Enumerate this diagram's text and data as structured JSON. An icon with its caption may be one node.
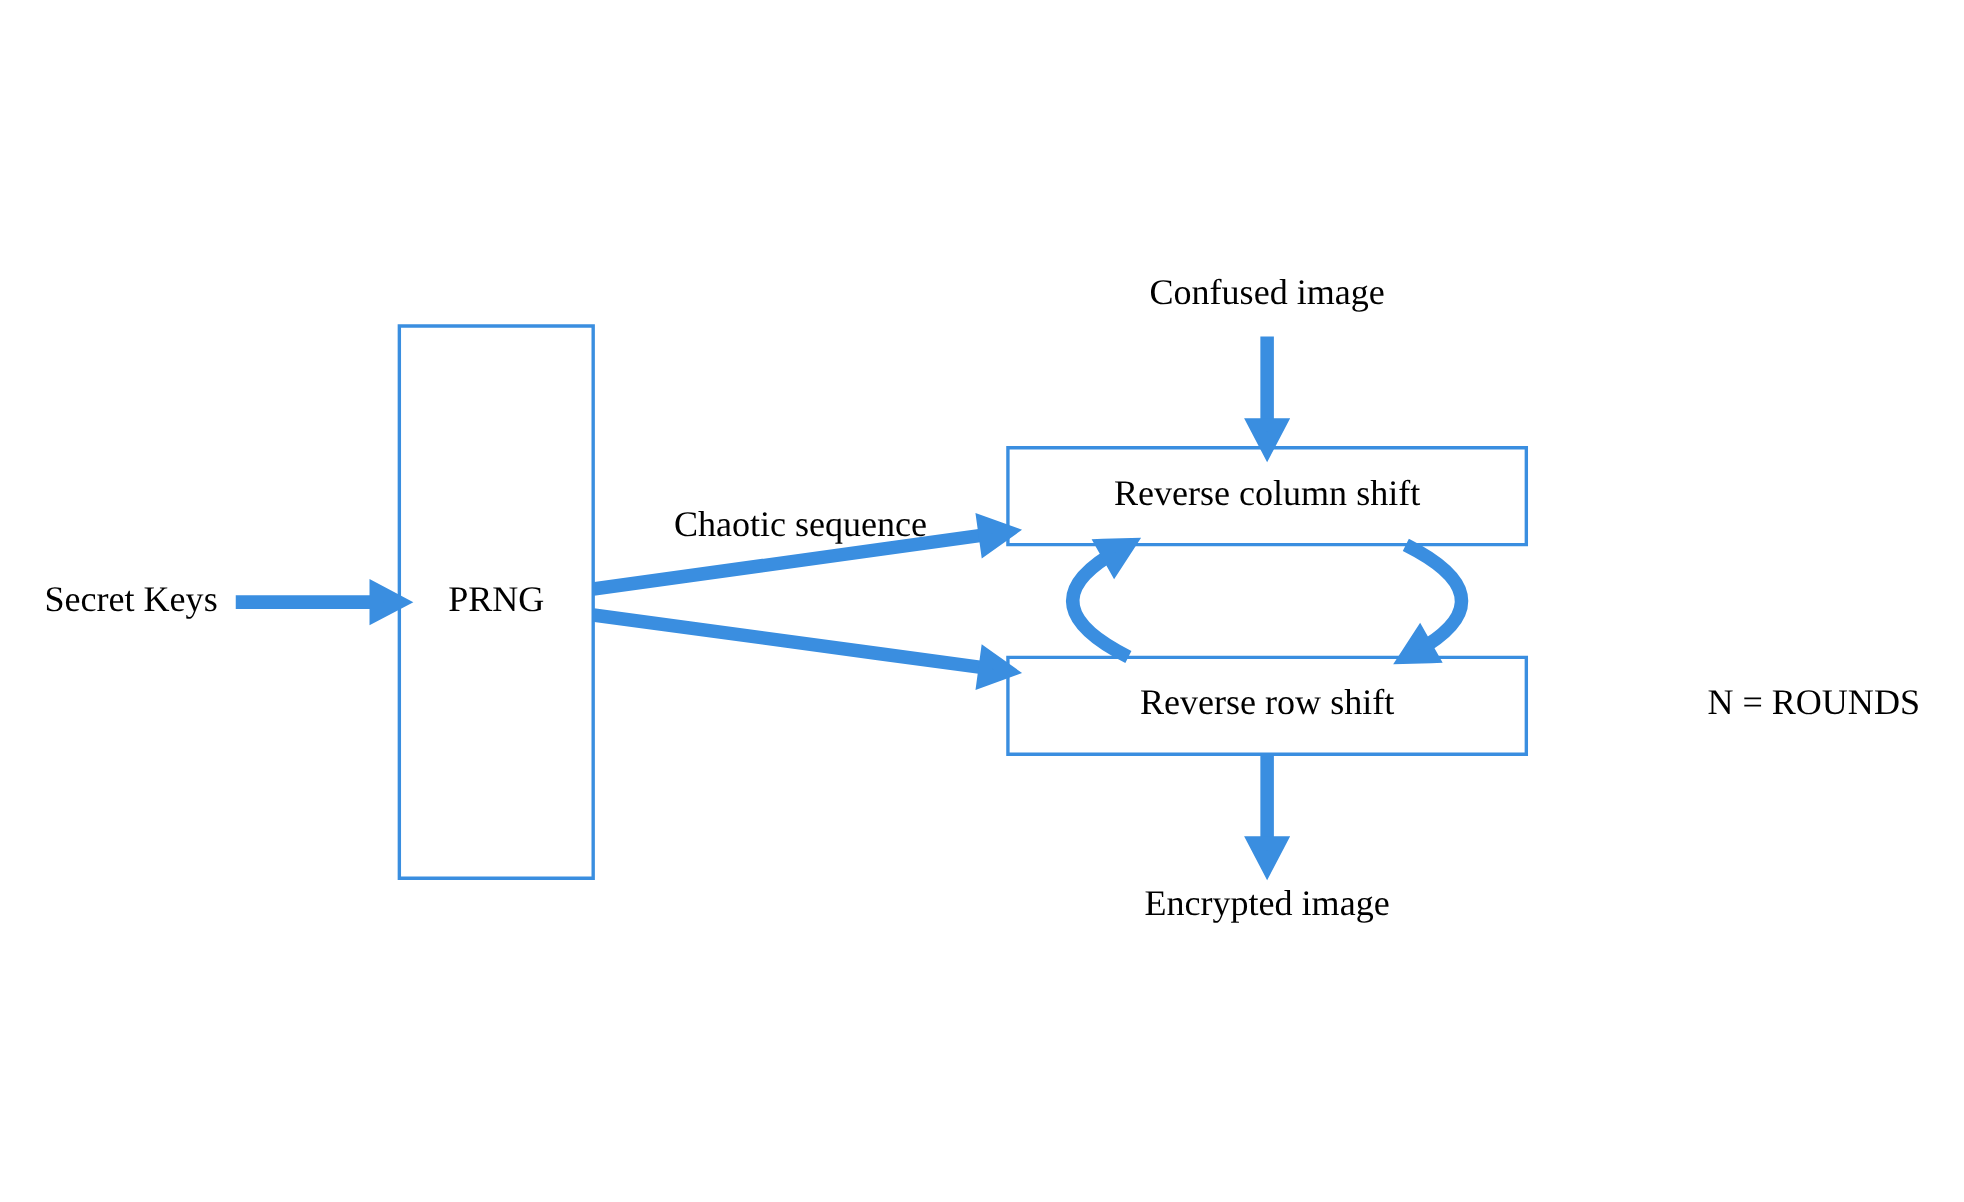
{
  "diagram": {
    "nodes": [
      {
        "text": [
          "Secret Keys"
        ]
      },
      {
        "text": [
          "PRNG"
        ]
      },
      {
        "text": [
          "Confused image"
        ]
      },
      {
        "text": [
          "Reverse column shift"
        ]
      },
      {
        "text": [
          "Reverse row shift"
        ]
      },
      {
        "text": [
          "Encrypted image"
        ]
      }
    ],
    "edges": [
      {
        "from": 0,
        "to": 1,
        "arrow": "to"
      },
      {
        "from": 1,
        "to": 3,
        "arrow": "to",
        "label": "Chaotic sequence"
      },
      {
        "from": 1,
        "to": 4,
        "arrow": "to"
      },
      {
        "from": 2,
        "to": 3,
        "arrow": "to"
      },
      {
        "from": 3,
        "to": 4,
        "arrow": "to"
      },
      {
        "from": 4,
        "to": 5,
        "arrow": "to"
      },
      {
        "from": 4,
        "to": 3,
        "arrow": "to"
      }
    ],
    "labels": [
      "N = ROUNDS"
    ]
  }
}
